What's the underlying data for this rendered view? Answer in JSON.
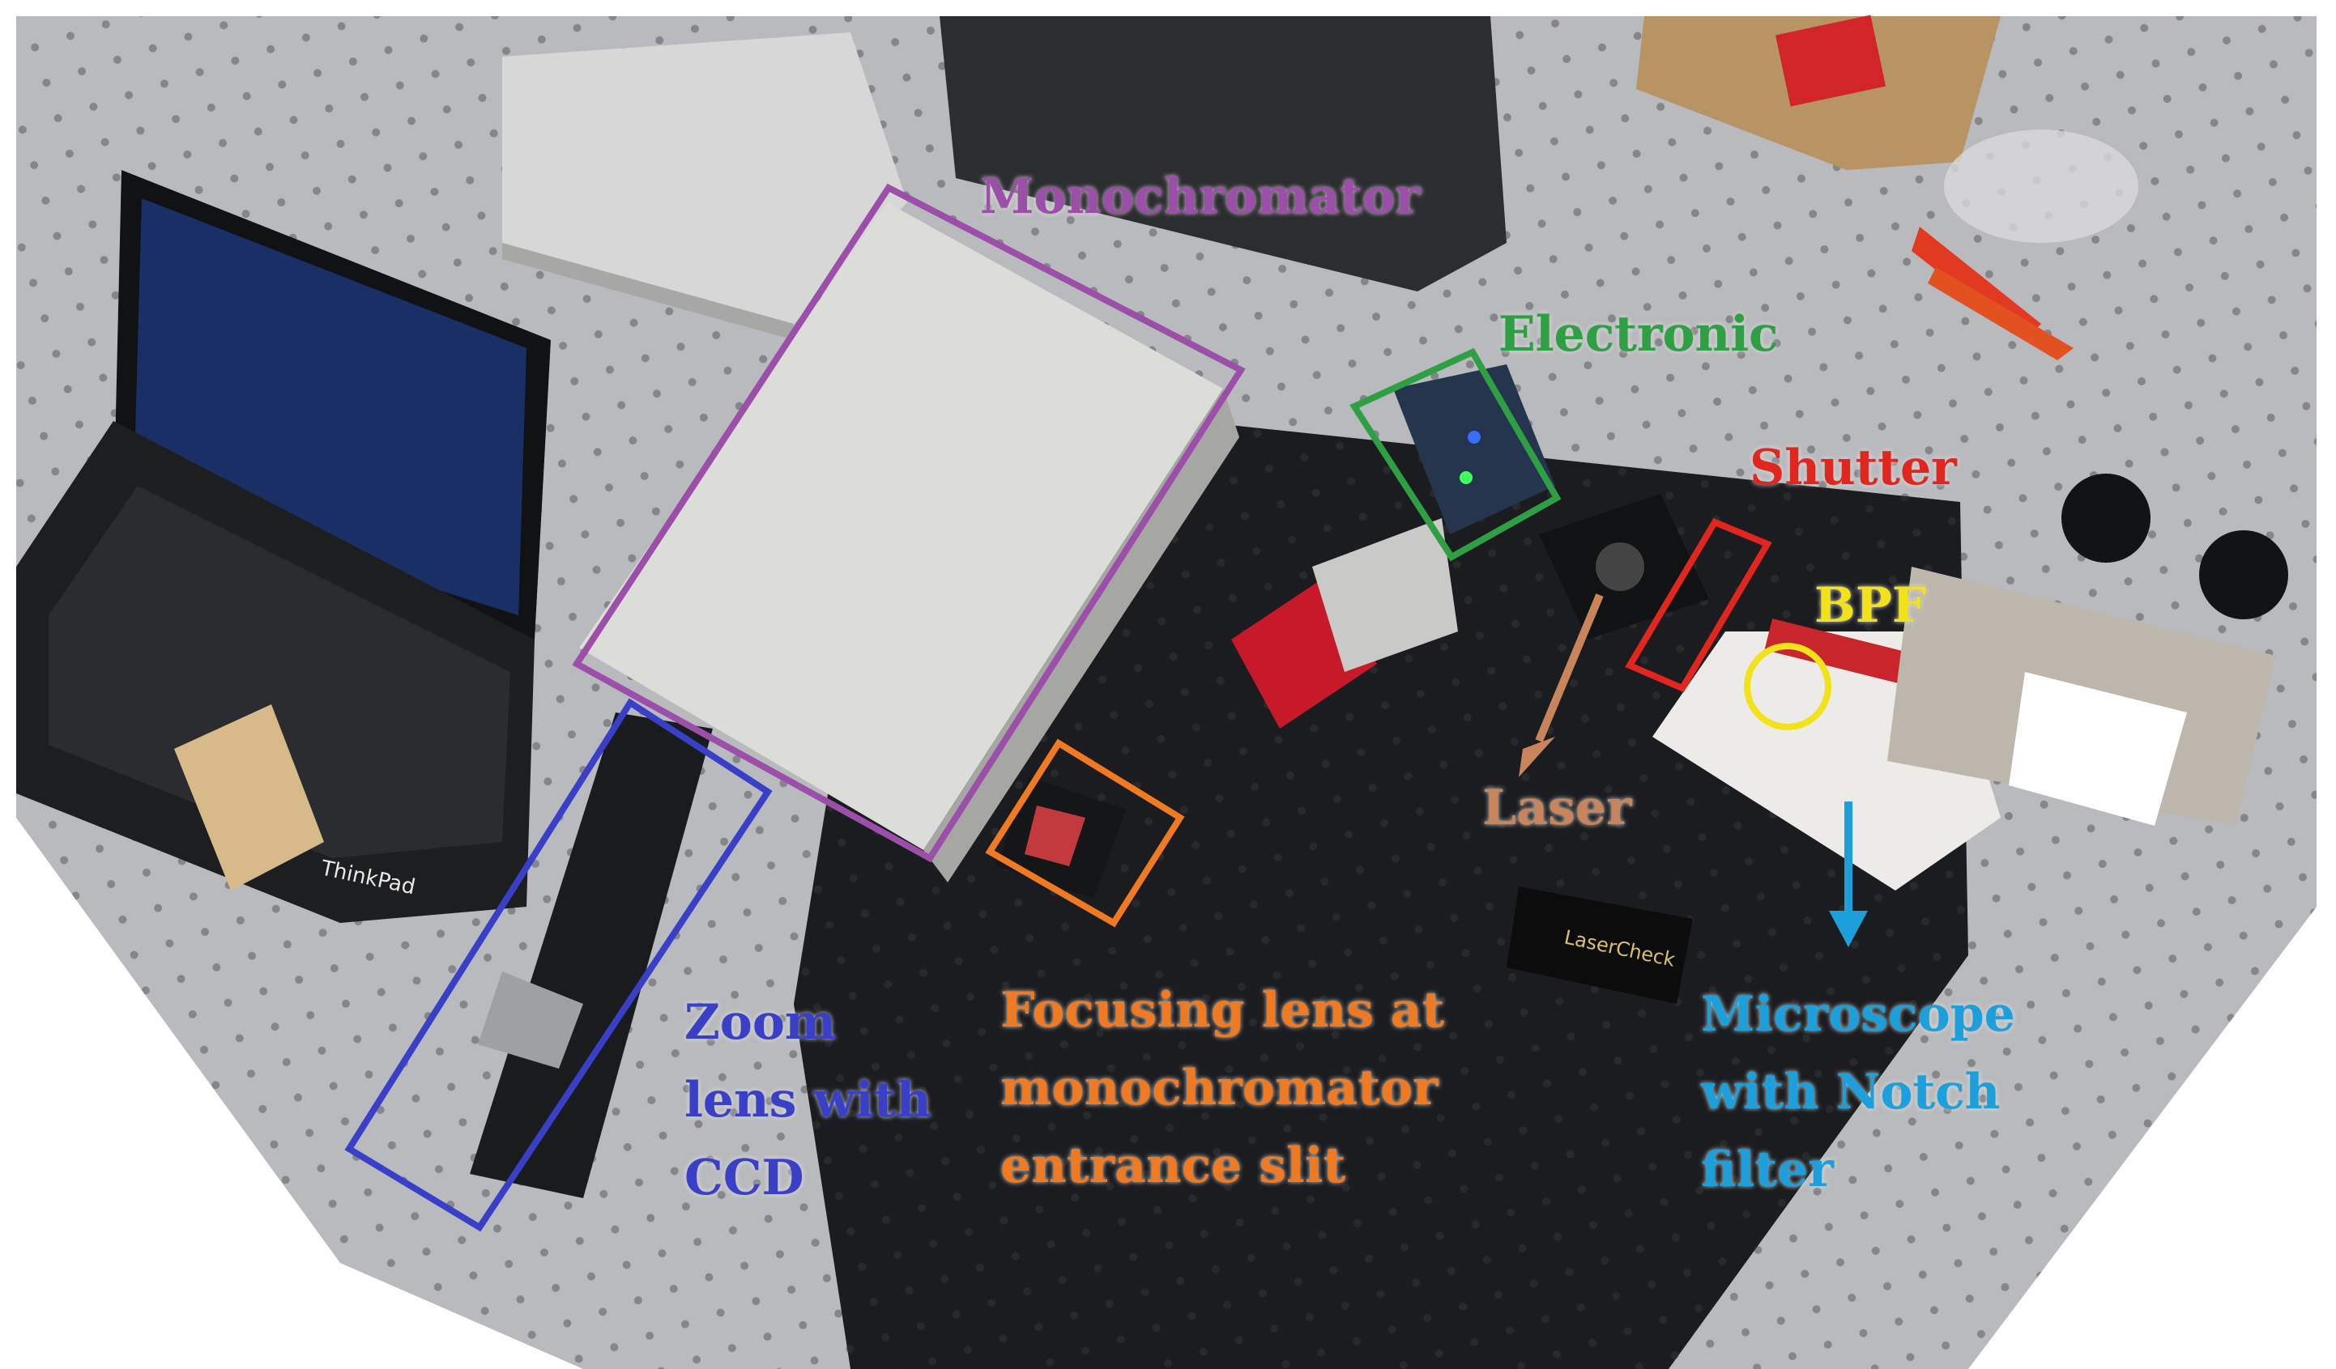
{
  "labels": {
    "monochromator": "Monochromator",
    "electronic": "Electronic",
    "shutter": "Shutter",
    "bpf": "BPF",
    "laser": "Laser",
    "zoom_lens": [
      "Zoom",
      "lens with",
      "CCD"
    ],
    "focusing_lens": [
      "Focusing lens at",
      "monochromator",
      "entrance slit"
    ],
    "microscope": [
      "Microscope",
      "with Notch",
      "filter"
    ]
  },
  "device_text": {
    "laptop_brand": "ThinkPad",
    "laser_check": "LaserCheck"
  },
  "colors": {
    "monochromator": "#9b4fa8",
    "electronic": "#2ea043",
    "shutter": "#e0261f",
    "bpf": "#f2e21a",
    "laser": "#c8845a",
    "zoom_lens": "#3a3fc8",
    "focusing_lens": "#f07a22",
    "microscope": "#1ba0dc"
  }
}
